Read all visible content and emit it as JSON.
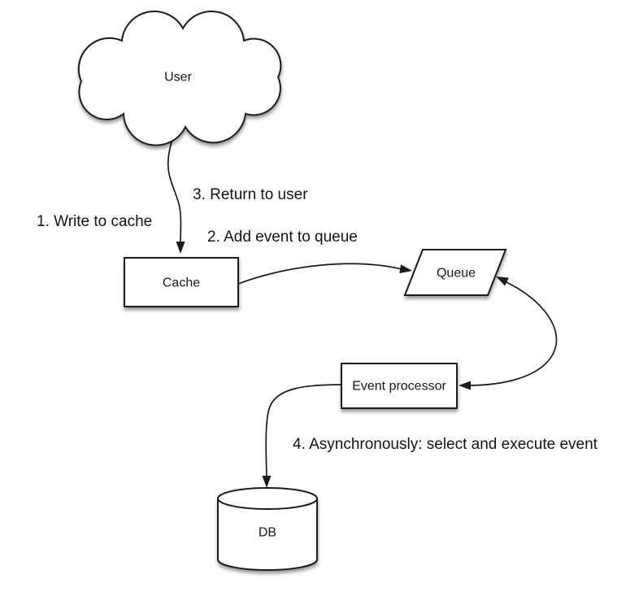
{
  "diagram": {
    "description": "Write-behind cache flow diagram",
    "nodes": {
      "user": {
        "label": "User",
        "shape": "cloud"
      },
      "cache": {
        "label": "Cache",
        "shape": "rectangle"
      },
      "queue": {
        "label": "Queue",
        "shape": "parallelogram"
      },
      "event_processor": {
        "label": "Event processor",
        "shape": "rectangle"
      },
      "db": {
        "label": "DB",
        "shape": "cylinder"
      }
    },
    "steps": [
      {
        "n": 1,
        "text": "1. Write to cache"
      },
      {
        "n": 2,
        "text": "2. Add event to queue"
      },
      {
        "n": 3,
        "text": "3. Return to user"
      },
      {
        "n": 4,
        "text": "4. Asynchronously: select and execute event"
      }
    ],
    "edges": [
      {
        "from": "user",
        "to": "cache",
        "arrow": "single",
        "labels": [
          "1. Write to cache",
          "3. Return to user"
        ]
      },
      {
        "from": "cache",
        "to": "queue",
        "arrow": "single",
        "labels": [
          "2. Add event to queue"
        ]
      },
      {
        "from": "queue",
        "to": "event_processor",
        "arrow": "double",
        "labels": []
      },
      {
        "from": "event_processor",
        "to": "db",
        "arrow": "single",
        "labels": [
          "4. Asynchronously: select and execute event"
        ]
      }
    ]
  },
  "colors": {
    "background": "#ffffff",
    "stroke": "#1a1a1a",
    "node_fill": "#ffffff",
    "text": "#17181c"
  }
}
